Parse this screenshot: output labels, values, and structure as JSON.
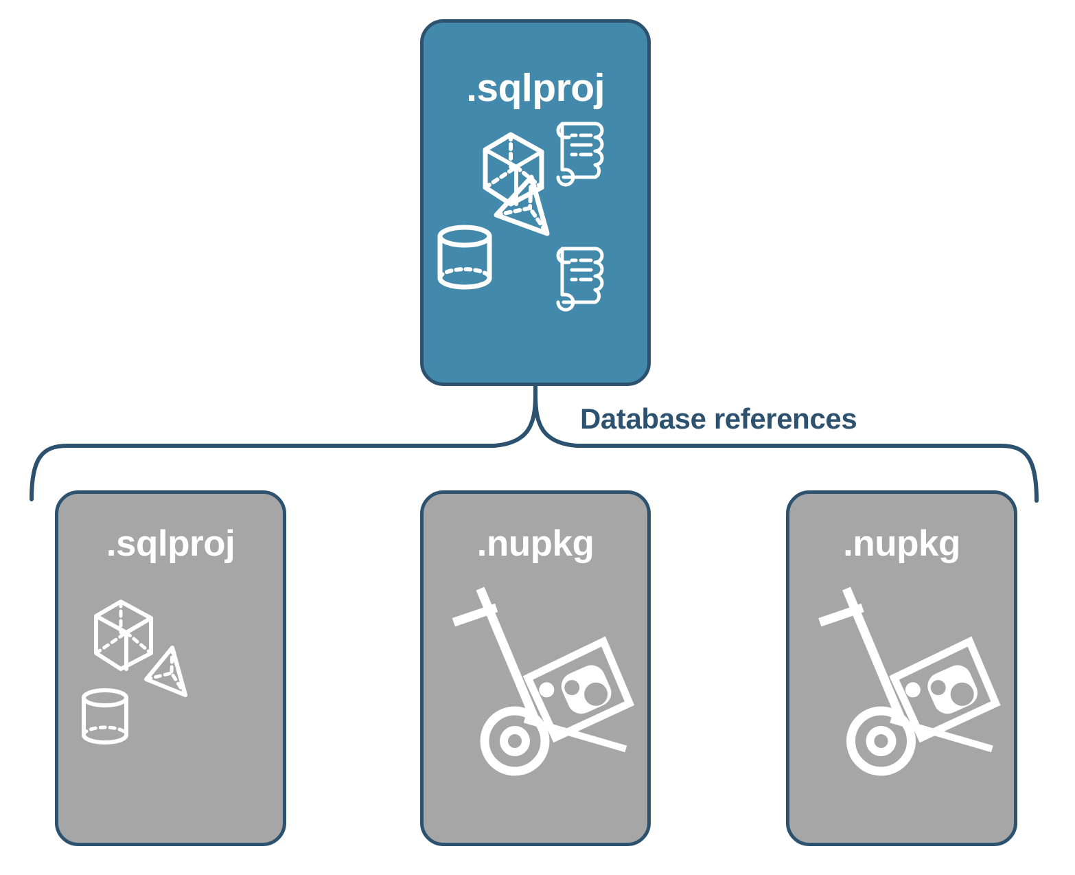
{
  "diagram": {
    "title": "Database references",
    "colors": {
      "primary_fill": "#4389ab",
      "secondary_fill": "#a6a6a6",
      "stroke": "#2d5270",
      "icon": "#ffffff",
      "background": "#ffffff"
    },
    "connector": {
      "type": "curly-brace",
      "label": "Database references",
      "label_color": "#2d5270"
    },
    "root": {
      "label": ".sqlproj",
      "kind": "sql-project",
      "fill": "#4389ab",
      "icons": [
        "cube-wireframe-icon",
        "scroll-script-icon",
        "pyramid-wireframe-icon",
        "cylinder-wireframe-icon",
        "scroll-script-icon"
      ]
    },
    "children": [
      {
        "label": ".sqlproj",
        "kind": "sql-project",
        "fill": "#a6a6a6",
        "icons": [
          "cube-wireframe-icon",
          "pyramid-wireframe-icon",
          "cylinder-wireframe-icon"
        ]
      },
      {
        "label": ".nupkg",
        "kind": "nuget-package",
        "fill": "#a6a6a6",
        "icons": [
          "nuget-hand-truck-icon"
        ]
      },
      {
        "label": ".nupkg",
        "kind": "nuget-package",
        "fill": "#a6a6a6",
        "icons": [
          "nuget-hand-truck-icon"
        ]
      }
    ]
  }
}
